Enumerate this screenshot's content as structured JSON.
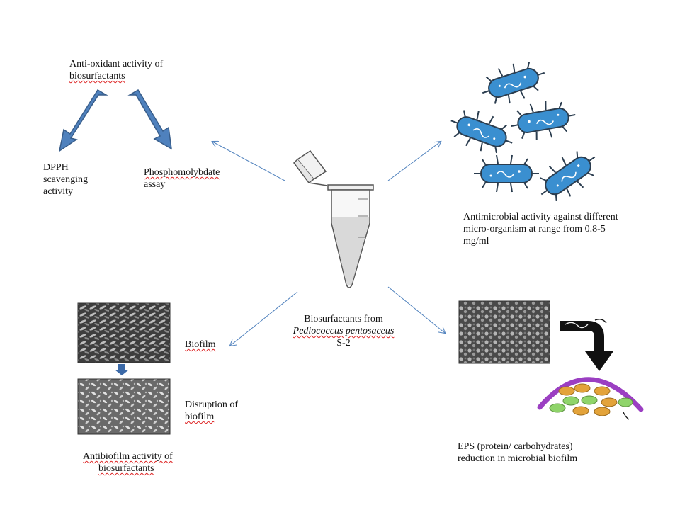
{
  "center_label": {
    "line1": "Biosurfactants from",
    "line2": "Pediococcus pentosaceus",
    "line3": "S-2"
  },
  "antioxidant": {
    "title_line1": "Anti-oxidant activity of",
    "title_line2": "biosurfactants",
    "dpph_line1": "DPPH",
    "dpph_line2": "scavenging",
    "dpph_line3": "activity",
    "phospho_line1": "Phosphomolybdate",
    "phospho_line2": "assay"
  },
  "antimicrobial": {
    "line1": "Antimicrobial activity against different",
    "line2": "micro-organism at range from  0.8-5",
    "line3": "mg/ml"
  },
  "antibiofilm": {
    "biofilm_label": "Biofilm",
    "disruption_line1": "Disruption of",
    "disruption_line2": "biofilm",
    "title_line1": "Antibiofilm activity of",
    "title_line2": "biosurfactants"
  },
  "eps": {
    "line1": "EPS (protein/ carbohydrates)",
    "line2": "reduction in  microbial biofilm"
  },
  "colors": {
    "arrow_blue": "#4f81bd",
    "bacteria_fill": "#3a8fd0",
    "membrane_purple": "#9b3fc2",
    "cell_orange": "#e3a33a",
    "cell_green": "#8fd46a"
  }
}
